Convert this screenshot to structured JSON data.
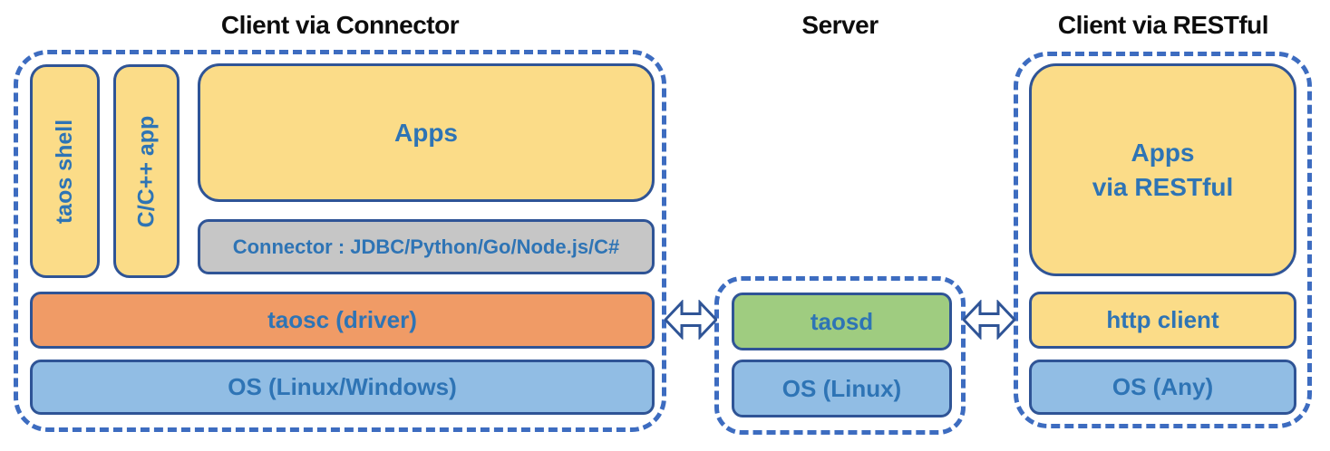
{
  "colors": {
    "yellow": "#FBDC88",
    "orange": "#F09B66",
    "blue": "#91BDE4",
    "green": "#9FCC80",
    "gray": "#C6C6C6",
    "box_border": "#2F5496",
    "dash_border": "#3D6CC0",
    "label_text": "#2E74B5",
    "title_text": "#0D0D0D"
  },
  "sections": {
    "client_connector": {
      "title": "Client via Connector",
      "boxes": {
        "taos_shell": "taos shell",
        "cpp_app": "C/C++ app",
        "apps": "Apps",
        "connector": "Connector : JDBC/Python/Go/Node.js/C#",
        "taosc": "taosc (driver)",
        "os": "OS (Linux/Windows)"
      }
    },
    "server": {
      "title": "Server",
      "boxes": {
        "taosd": "taosd",
        "os": "OS (Linux)"
      }
    },
    "client_restful": {
      "title": "Client via RESTful",
      "boxes": {
        "apps_line1": "Apps",
        "apps_line2": "via RESTful",
        "http_client": "http client",
        "os": "OS (Any)"
      }
    }
  },
  "arrows": {
    "left": "double-headed-arrow",
    "right": "double-headed-arrow"
  }
}
